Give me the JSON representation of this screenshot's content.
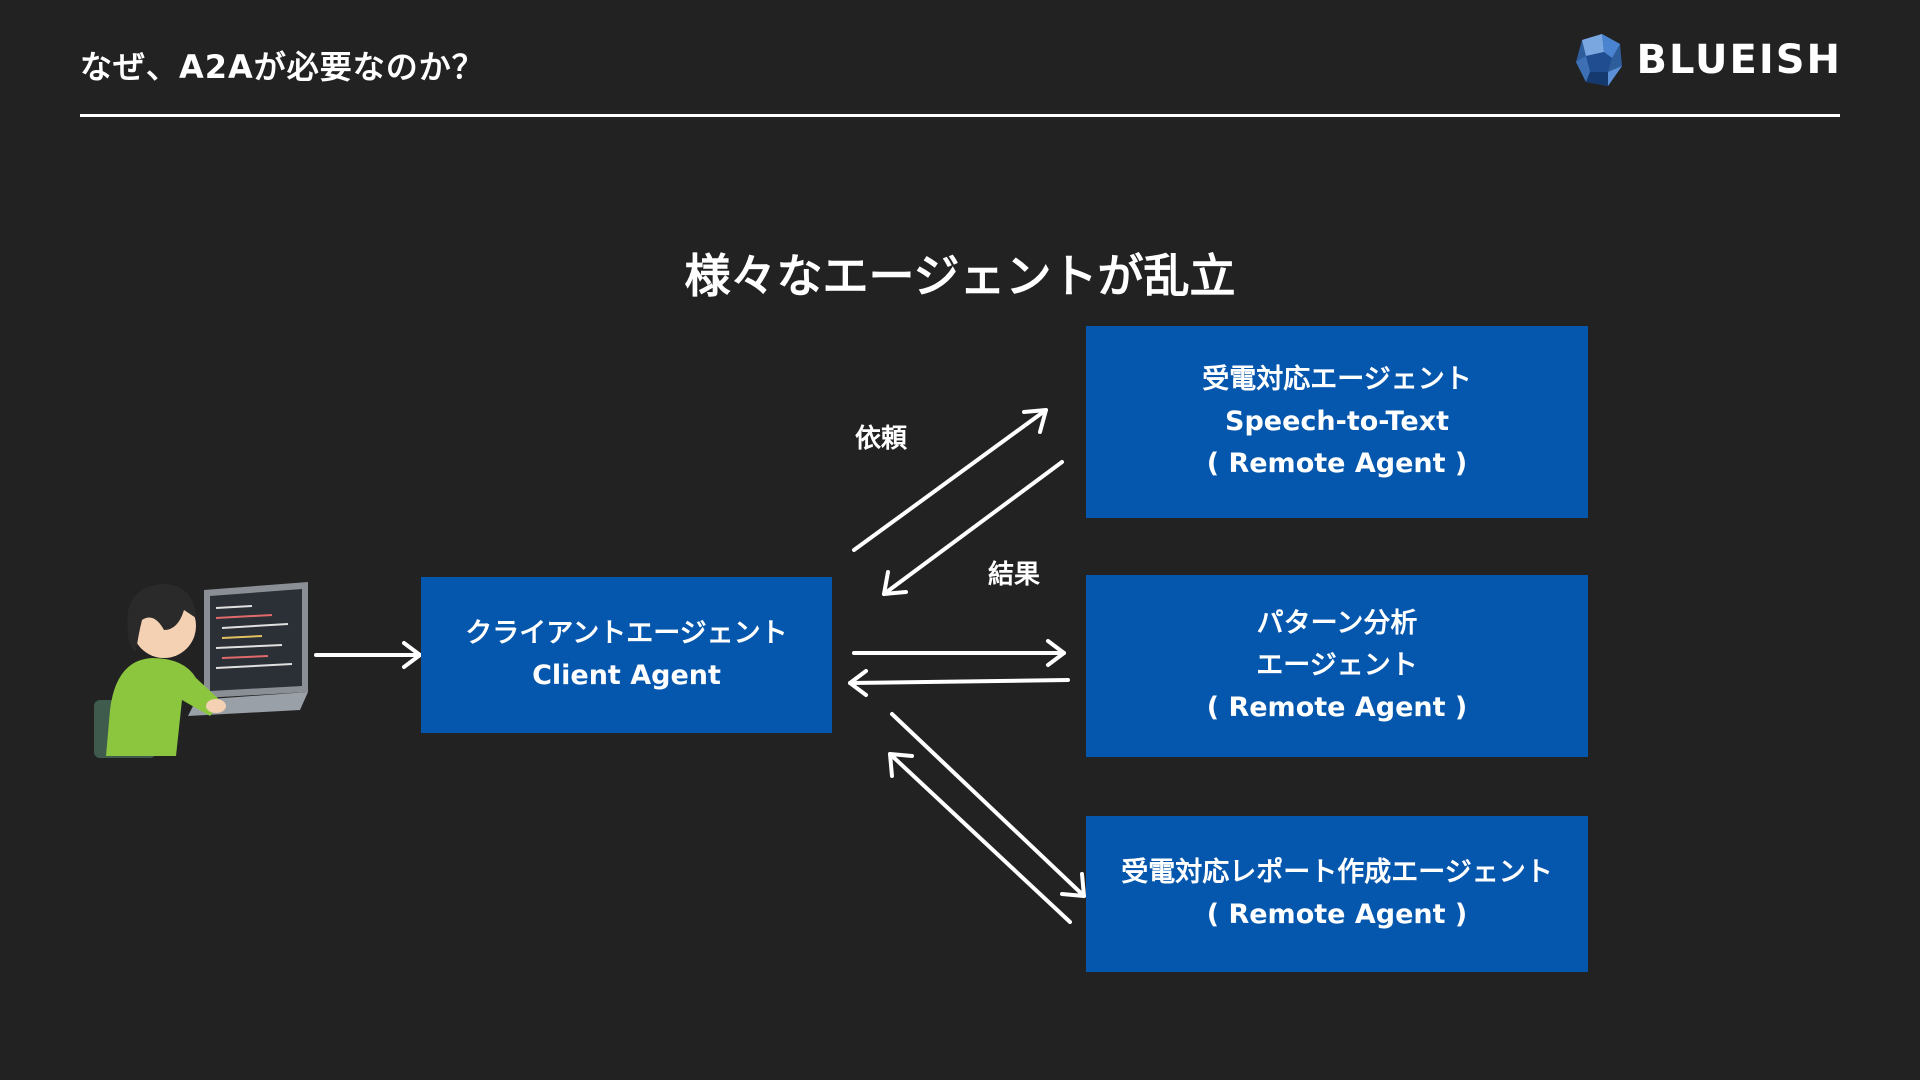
{
  "header": {
    "title": "なぜ、A2Aが必要なのか？",
    "logo_text": "BLUEISH",
    "logo_icon": "blueish-gem-icon"
  },
  "diagram": {
    "heading": "様々なエージェントが乱立",
    "client": {
      "line1": "クライアントエージェント",
      "line2": "Client Agent"
    },
    "remotes": [
      {
        "line1": "受電対応エージェント",
        "line2": "Speech-to-Text",
        "line3": "( Remote Agent )"
      },
      {
        "line1": "パターン分析",
        "line2": "エージェント",
        "line3": "( Remote Agent )"
      },
      {
        "line1": "受電対応レポート作成エージェント",
        "line2": "( Remote Agent )"
      }
    ],
    "edge_labels": {
      "request": "依頼",
      "result": "結果"
    }
  },
  "colors": {
    "background": "#222222",
    "box": "#0557ad",
    "text": "#ffffff"
  }
}
